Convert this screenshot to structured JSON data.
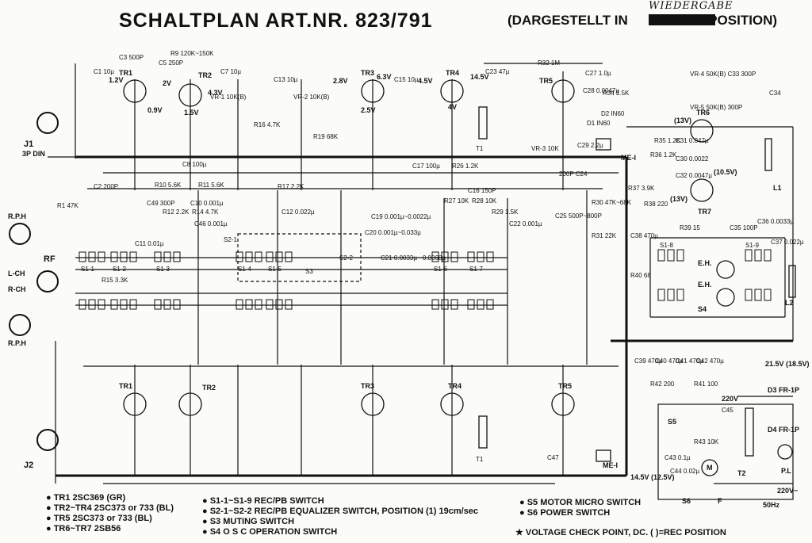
{
  "header": {
    "title": "SCHALTPLAN  ART.NR. 823/791",
    "subtitle_open": "(DARGESTELLT IN",
    "subtitle_close": "POSITION)",
    "handwritten": "WIEDERGABE"
  },
  "legend": {
    "transistors": [
      "● TR1  2SC369 (GR)",
      "● TR2~TR4  2SC373 or 733 (BL)",
      "● TR5  2SC373 or 733 (BL)",
      "● TR6~TR7  2SB56"
    ],
    "switches": [
      "● S1-1~S1-9  REC/PB SWITCH",
      "● S2-1~S2-2  REC/PB EQUALIZER SWITCH, POSITION (1) 19cm/sec",
      "● S3   MUTING SWITCH",
      "● S4   O S C  OPERATION SWITCH"
    ],
    "motor": [
      "● S5  MOTOR MICRO SWITCH",
      "● S6  POWER SWITCH"
    ],
    "note": "★ VOLTAGE CHECK POINT, DC.   ( )=REC POSITION"
  },
  "labels": {
    "j1": "J1",
    "din": "3P DIN",
    "rph_top": "R.P.H",
    "rph_bot": "R.P.H",
    "rf": "RF",
    "lch": "L-CH",
    "rch": "R-CH",
    "j2": "J2",
    "tr1": "TR1",
    "tr2": "TR2",
    "tr3": "TR3",
    "tr4": "TR4",
    "tr5": "TR5",
    "tr6": "TR6",
    "tr7": "TR7",
    "tr1b": "TR1",
    "tr2b": "TR2",
    "tr3b": "TR3",
    "tr4b": "TR4",
    "tr5b": "TR5",
    "c1": "C1 10µ",
    "c3": "C3 500P",
    "c5": "C5 250P",
    "r9": "R9 120K~150K",
    "c7": "C7 10µ",
    "c13": "C13 10µ",
    "c15": "C15 10µ",
    "c23": "C23 47µ",
    "r32": "R32 1M",
    "c27": "C27 1.0µ",
    "r34": "R34 1.5K",
    "c28": "C28 0.0047µ",
    "d1": "D1 IN60",
    "d2": "D2 IN60",
    "c29": "C29 2.2µ",
    "vr3": "VR-3 10K",
    "c24": "200P C24",
    "me1": "ME-I",
    "vr4": "VR-4 50K(B) C33 300P",
    "vr5": "VR-5 50K(B) 300P",
    "c34": "C34",
    "r35": "R35 1.2K",
    "r36": "R36 1.2K",
    "c31": "C31 0.047µ",
    "c30": "C30 0.0022",
    "c32": "C32 0.0047µ",
    "l1": "L1",
    "r37": "R37 3.9K",
    "r38": "R38 220",
    "c38": "C38 470µ",
    "r39": "R39 15",
    "c35": "C35 100P",
    "c36": "C36 0.0033µ",
    "c37": "C37 0.022µ",
    "eh1": "E.H.",
    "eh2": "E.H.",
    "r40": "R40 68",
    "l2": "L2",
    "s4": "S4",
    "v13a": "(13V)",
    "v13b": "(13V)",
    "v105": "(10.5V)",
    "r1": "R1 47K",
    "c2": "C2 200P",
    "r10": "R10 5.6K",
    "r11": "R11 5.6K",
    "c49": "C49 300P",
    "r12": "R12 2.2K",
    "r14": "R14 4.7K",
    "c10": "C10 0.001µ",
    "c46": "C46 0.001µ",
    "c11": "C11 0.01µ",
    "r15": "R15 3.3K",
    "s11": "S1-1",
    "s12": "S1-2",
    "s13": "S1-3",
    "s14": "S1-4",
    "s15": "S1-5",
    "s16": "S1-6",
    "s17": "S1-7",
    "s18": "S1-8",
    "s19": "S1-9",
    "s21": "S2-1",
    "s22": "S2-2",
    "s3": "S3",
    "c12": "C12 0.022µ",
    "r17": "R17 2.2K",
    "c19": "C19 0.001µ~0.0022µ",
    "c20": "C20 0.001µ~0.033µ",
    "c21": "C21 0.0033µ ~0.0068µ",
    "c16": "C16 150P",
    "r27": "R27 10K",
    "r28": "R28 10K",
    "r29": "R29 1.5K",
    "c22": "C22 0.001µ",
    "c25": "C25 500P~800P",
    "r30": "R30 47K~68K",
    "r31": "R31 22K",
    "c17": "C17 100µ",
    "r26": "R26 1.2K",
    "c8": "C8 100µ",
    "c39": "C39 470µ",
    "c40": "C40 470µ",
    "c41": "C41 470µ",
    "c42": "C42 470µ",
    "r41": "R41 100",
    "r42": "R42 200",
    "v215": "21.5V (18.5V)",
    "v145": "14.5V (12.5V)",
    "v220": "220V",
    "v220ac": "220V~",
    "hz": "50Hz",
    "d3": "D3 FR-1P",
    "d4": "D4 FR-1P",
    "pl": "P.L",
    "t2": "T2",
    "s5": "S5",
    "s6": "S6",
    "f": "F",
    "c45": "C45",
    "r43": "R43 10K",
    "c43": "C43 0.1µ",
    "c44": "C44 0.02µ",
    "m": "M",
    "vr1": "VR-1 10K(B)",
    "vr2": "VR-2 10K(B)",
    "r16": "R16 4.7K",
    "r19": "R19 68K",
    "v28": "2.8V",
    "v63": "6.3V",
    "v45": "4.5V",
    "v145b": "14.5V",
    "v12": "1.2V",
    "v2": "2V",
    "v09": "0.9V",
    "v15": "1.5V",
    "v43": "4.3V",
    "v25": "2.5V",
    "v4": "4V",
    "t1": "T1",
    "t1b": "T1",
    "me1b": "ME-I",
    "c47": "C47"
  }
}
